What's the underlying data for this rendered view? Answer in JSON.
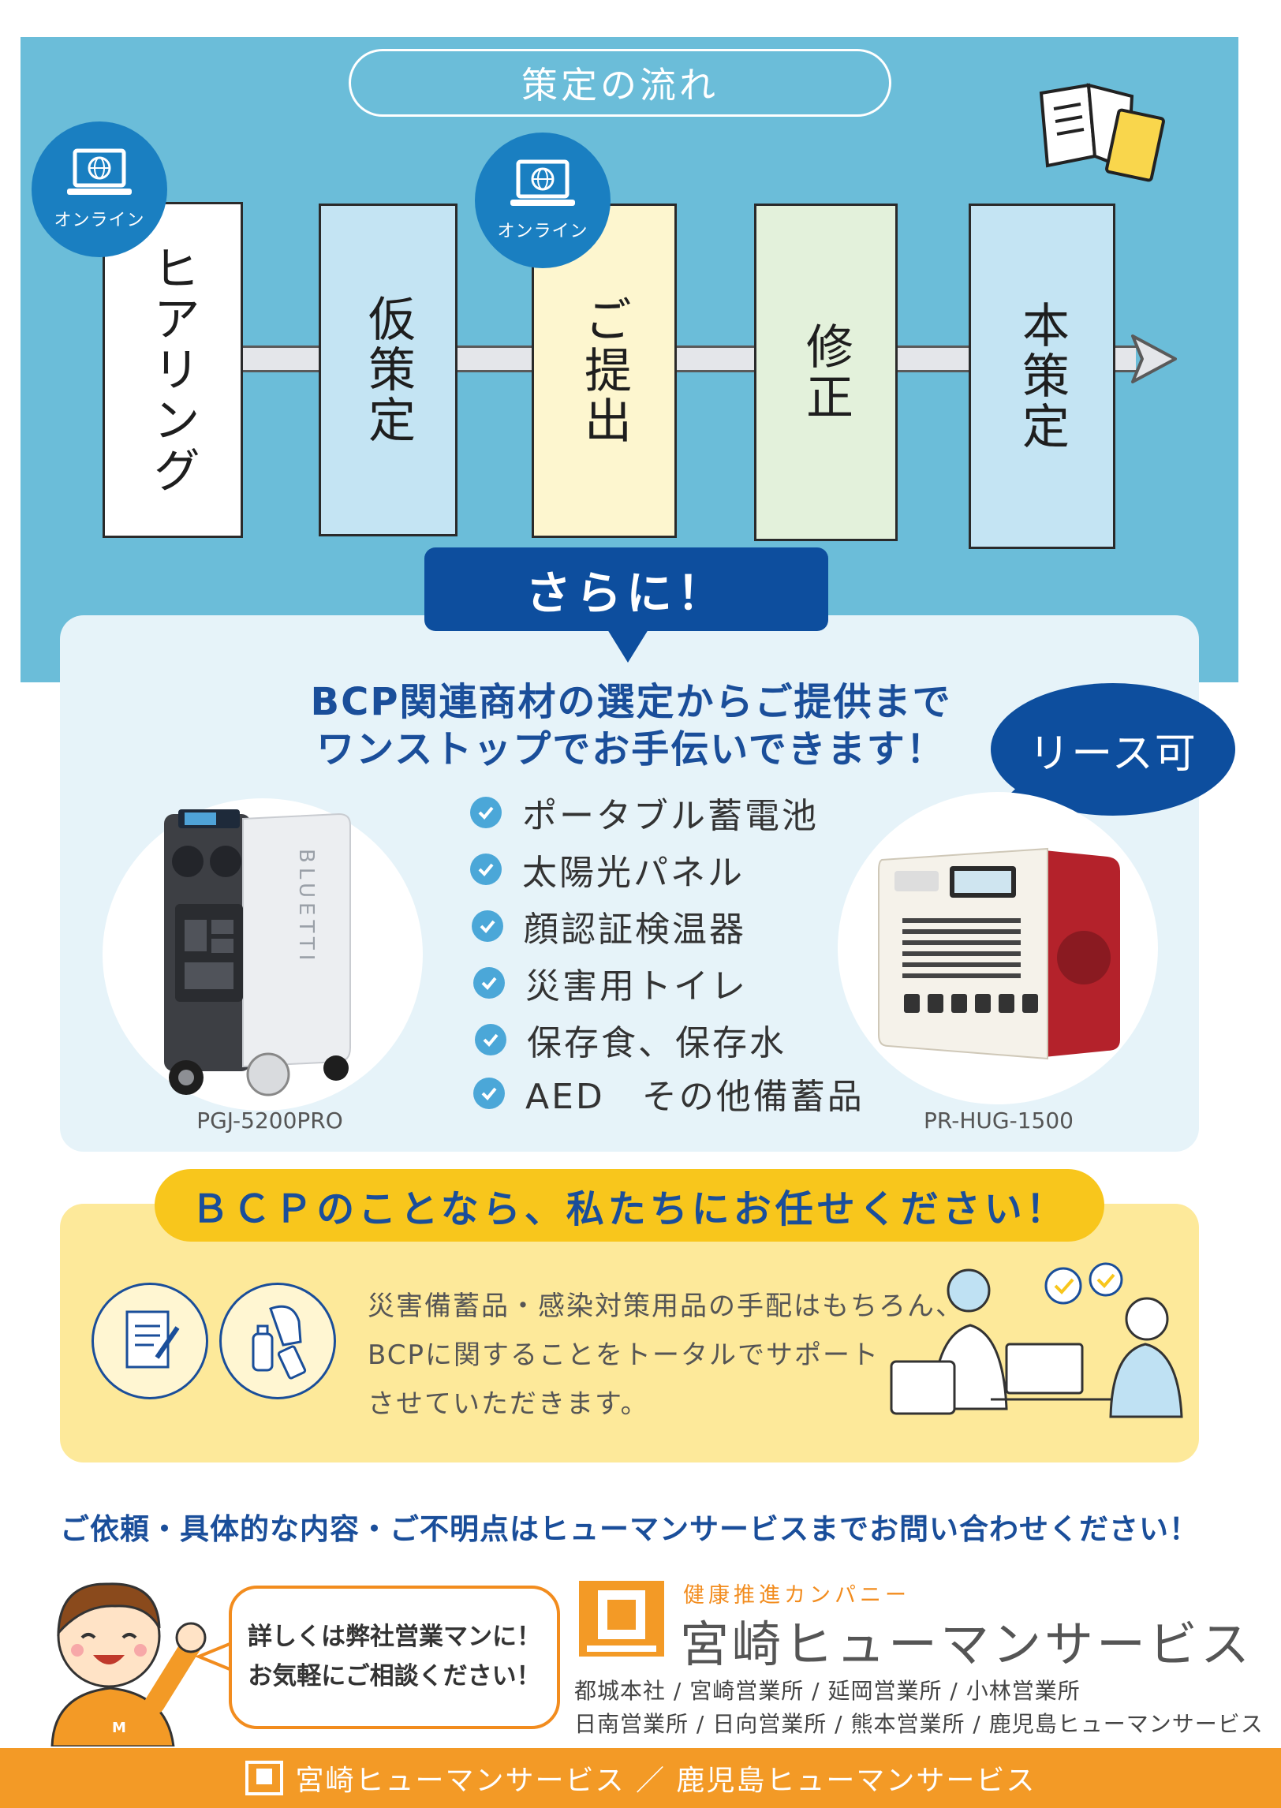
{
  "flow": {
    "title": "策定の流れ",
    "online_label": "オンライン",
    "steps": [
      {
        "label": "ヒアリング",
        "color": "#ffffff"
      },
      {
        "label": "仮策定",
        "color": "#c4e4f3"
      },
      {
        "label": "ご提出",
        "color": "#fdf6cf"
      },
      {
        "label": "修正",
        "color": "#e3f1db"
      },
      {
        "label": "本策定",
        "color": "#c4e4f3"
      }
    ]
  },
  "products": {
    "badge": "さらに！",
    "headline_line1": "BCP関連商材の選定からご提供まで",
    "headline_line2": "ワンストップでお手伝いできます！",
    "lease_label": "リース可",
    "left_caption": "PGJ-5200PRO",
    "right_caption": "PR-HUG-1500",
    "items": [
      "ポータブル蓄電池",
      "太陽光パネル",
      "顔認証検温器",
      "災害用トイレ",
      "保存食、保存水",
      "AED　その他備蓄品"
    ]
  },
  "support": {
    "title": "ＢＣＰのことなら、私たちにお任せください！",
    "line1": "災害備蓄品・感染対策用品の手配はもちろん、",
    "line2": "BCPに関することをトータルでサポート",
    "line3": "させていただきます。"
  },
  "contact": {
    "line": "ご依頼・具体的な内容・ご不明点はヒューマンサービスまでお問い合わせください！",
    "speech_line1": "詳しくは弊社営業マンに！",
    "speech_line2": "お気軽にご相談ください！",
    "brand_tagline": "健康推進カンパニー",
    "brand_name": "宮崎ヒューマンサービス",
    "offices_line1": "都城本社 / 宮崎営業所 / 延岡営業所 / 小林営業所",
    "offices_line2": "日南営業所 / 日向営業所 / 熊本営業所 / 鹿児島ヒューマンサービス"
  },
  "footer": {
    "text": "宮崎ヒューマンサービス ／ 鹿児島ヒューマンサービス"
  },
  "colors": {
    "flow_bg": "#6bbdd9",
    "navy": "#0d4e9e",
    "accent_orange": "#f39a26",
    "accent_yellow": "#f8c61c"
  }
}
